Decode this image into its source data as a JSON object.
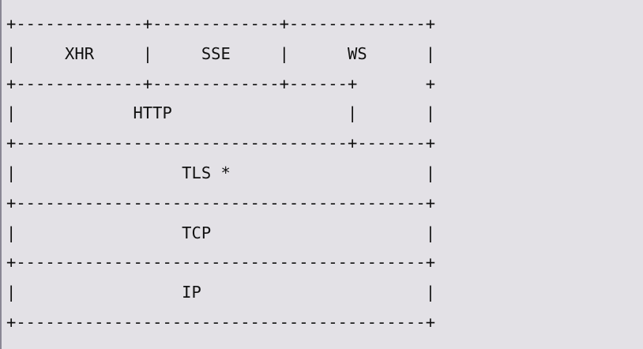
{
  "diagram": {
    "lines": [
      "+-------------+-------------+--------------+",
      "|     XHR     |     SSE     |      WS      |",
      "+-------------+-------------+------+       +",
      "|            HTTP                  |       |",
      "+----------------------------------+-------+",
      "|                 TLS *                    |",
      "+------------------------------------------+",
      "|                 TCP                      |",
      "+------------------------------------------+",
      "|                 IP                       |",
      "+------------------------------------------+"
    ]
  }
}
